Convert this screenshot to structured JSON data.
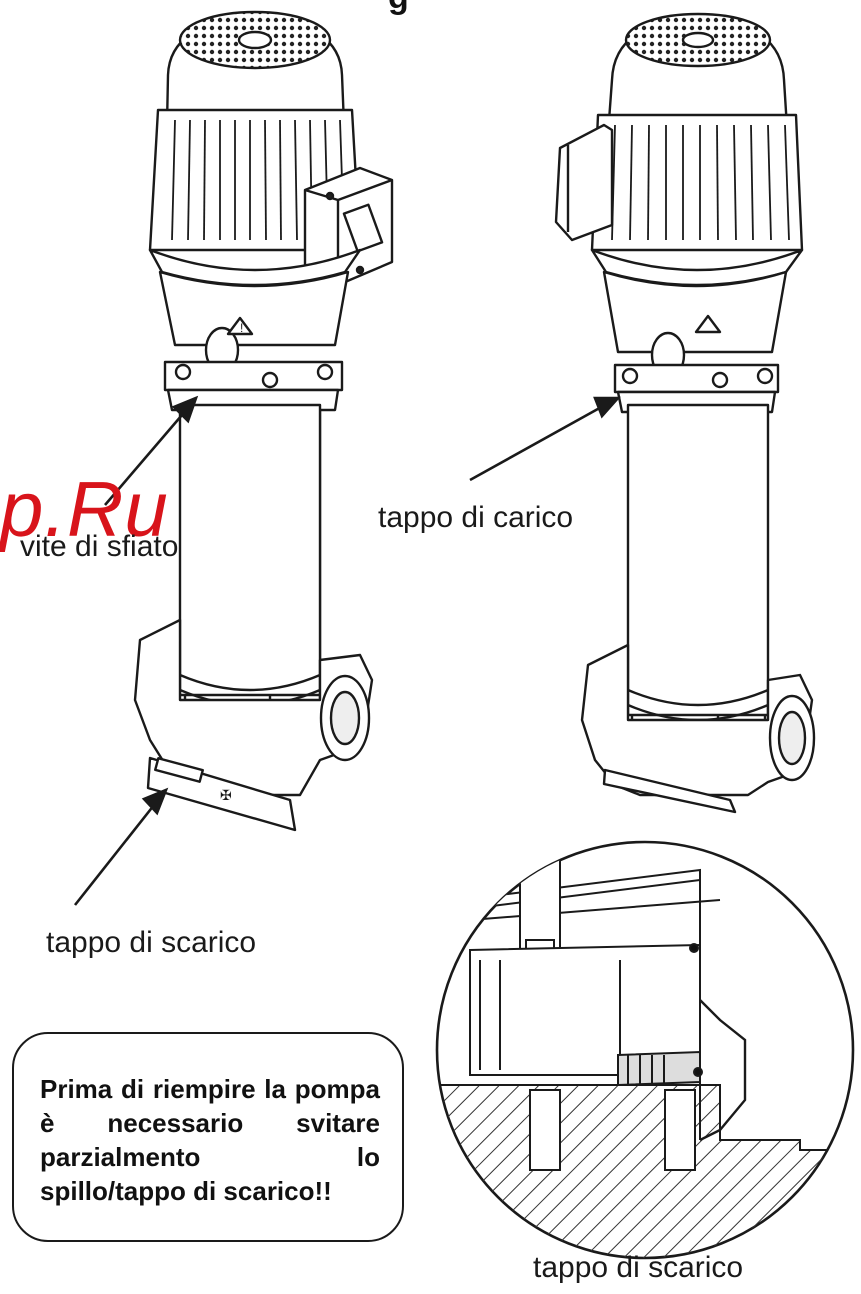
{
  "labels": {
    "top_fragment": "g",
    "watermark": "p.Ru",
    "vent_screw": "vite di sfiato",
    "fill_plug": "tappo di carico",
    "drain_plug_left": "tappo di scarico",
    "drain_plug_detail": "tappo di scarico"
  },
  "note": {
    "text": "Prima di riempire la pompa è necessario svitare parzialmento lo spillo/tappo di scarico!!"
  },
  "colors": {
    "line": "#1a1a1a",
    "watermark": "#d8141b",
    "background": "#ffffff"
  }
}
